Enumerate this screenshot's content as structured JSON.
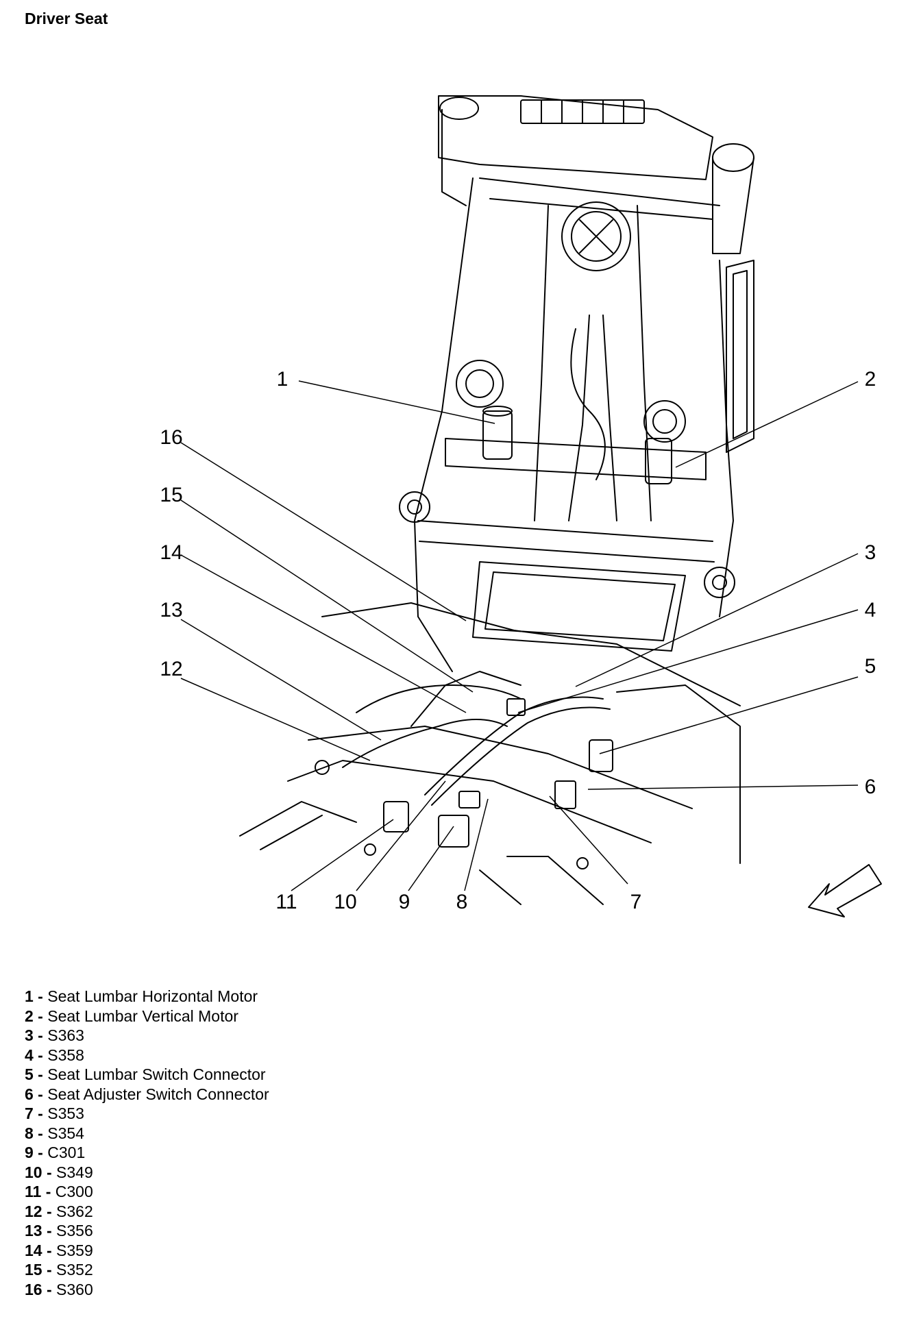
{
  "title": "Driver Seat",
  "callouts": [
    "1",
    "2",
    "3",
    "4",
    "5",
    "6",
    "7",
    "8",
    "9",
    "10",
    "11",
    "12",
    "13",
    "14",
    "15",
    "16"
  ],
  "legend": [
    {
      "num": "1",
      "sep": " - ",
      "label": "Seat Lumbar Horizontal Motor"
    },
    {
      "num": "2",
      "sep": " - ",
      "label": "Seat Lumbar Vertical Motor"
    },
    {
      "num": "3",
      "sep": " - ",
      "label": "S363"
    },
    {
      "num": "4",
      "sep": " - ",
      "label": "S358"
    },
    {
      "num": "5",
      "sep": " - ",
      "label": "Seat Lumbar Switch Connector"
    },
    {
      "num": "6",
      "sep": " - ",
      "label": "Seat Adjuster Switch Connector"
    },
    {
      "num": "7",
      "sep": " - ",
      "label": "S353"
    },
    {
      "num": "8",
      "sep": " - ",
      "label": "S354"
    },
    {
      "num": "9",
      "sep": " - ",
      "label": "C301"
    },
    {
      "num": "10",
      "sep": " - ",
      "label": "S349"
    },
    {
      "num": "11",
      "sep": " - ",
      "label": "C300"
    },
    {
      "num": "12",
      "sep": " - ",
      "label": "S362"
    },
    {
      "num": "13",
      "sep": " - ",
      "label": "S356"
    },
    {
      "num": "14",
      "sep": " - ",
      "label": "S359"
    },
    {
      "num": "15",
      "sep": " - ",
      "label": "S352"
    },
    {
      "num": "16",
      "sep": " - ",
      "label": "S360"
    }
  ]
}
